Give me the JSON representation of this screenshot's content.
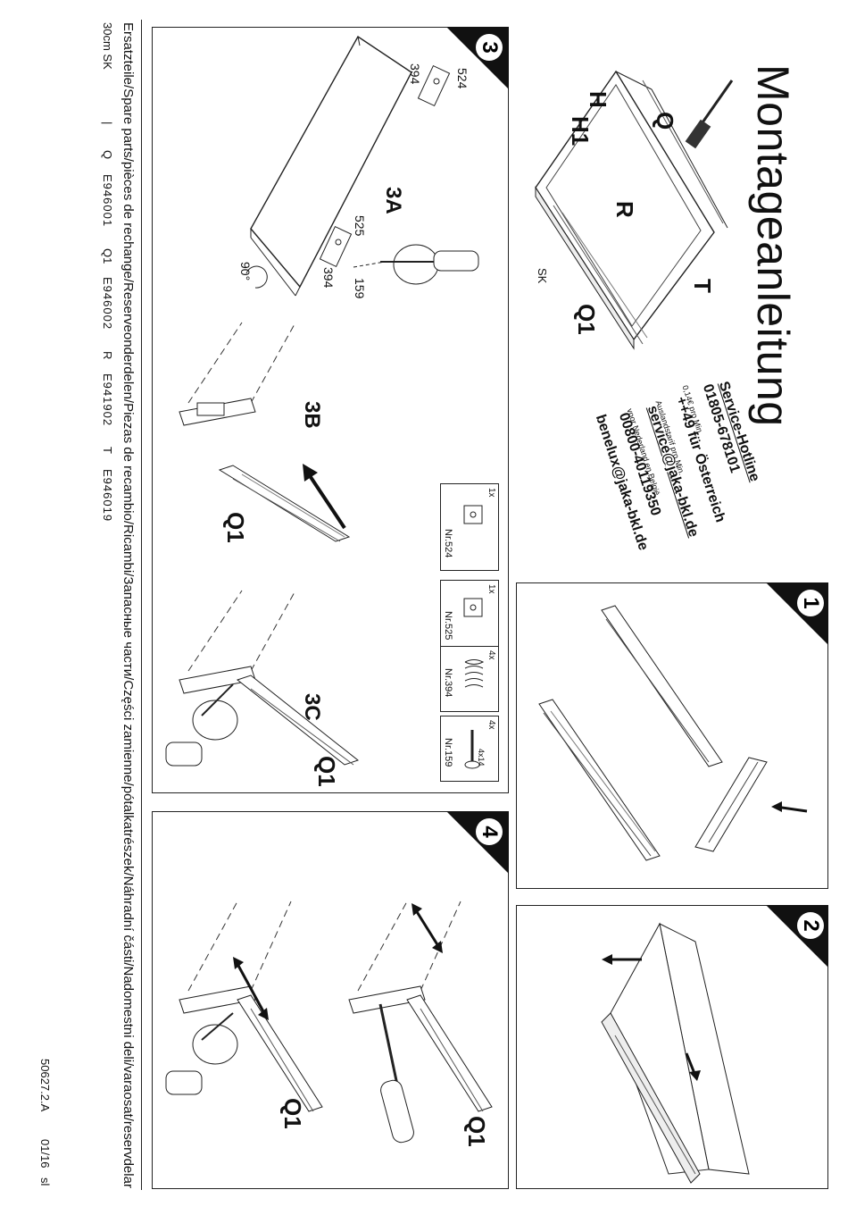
{
  "header": {
    "title": "Montageanleitung",
    "model_label": "SK",
    "part_letters": {
      "q": "Q",
      "h": "H",
      "h1": "H1",
      "r": "R",
      "t": "T",
      "q1": "Q1"
    }
  },
  "hotline": {
    "title": "Service-Hotline",
    "phone_de": "01805-678101",
    "price_note": "0,14€ pro Min.",
    "phone_at": "++49 für Österreich",
    "at_note": "Auslandstarif pro Min.",
    "email_de": "service@jaka-bkl.de",
    "phone_nl_be": "00800-40119350",
    "nl_note": "voor Nederland en België",
    "email_benelux": "benelux@jaka-bkl.de"
  },
  "steps": {
    "step1": "1",
    "step2": "2",
    "step3": "3",
    "step4": "4",
    "sub_3a": "3A",
    "sub_3b": "3B",
    "sub_3c": "3C",
    "q1_label": "Q1"
  },
  "step3_dims": {
    "d524": "524",
    "d394_top": "394",
    "d525": "525",
    "d394_bottom": "394",
    "d159": "159",
    "angle": "90°"
  },
  "parts_list": [
    {
      "qty": "1x",
      "nr": "Nr.524"
    },
    {
      "qty": "1x",
      "nr": "Nr.525"
    },
    {
      "qty": "4x",
      "nr": "Nr.394"
    },
    {
      "qty": "4x",
      "nr": "Nr.159",
      "size": "4x14"
    }
  ],
  "spare_parts": {
    "line": "Ersatzteile/Spare parts/pièces de rechange/Reserveonderdelen/Piezas de recambio/Ricambi/Запасные части/Części zamienne/pótalkatrészek/Náhradní části/Nadomestni deli/varaosat/reservdelar",
    "model": "30cm SK",
    "separator": "|",
    "codes": [
      {
        "letter": "Q",
        "code": "E946001"
      },
      {
        "letter": "Q1",
        "code": "E946002"
      },
      {
        "letter": "R",
        "code": "E941902"
      },
      {
        "letter": "T",
        "code": "E946019"
      }
    ],
    "doc_number": "50627.2.A",
    "doc_date": "01/16",
    "doc_author": "sl"
  },
  "colors": {
    "badge": "#111111",
    "line": "#222222"
  }
}
